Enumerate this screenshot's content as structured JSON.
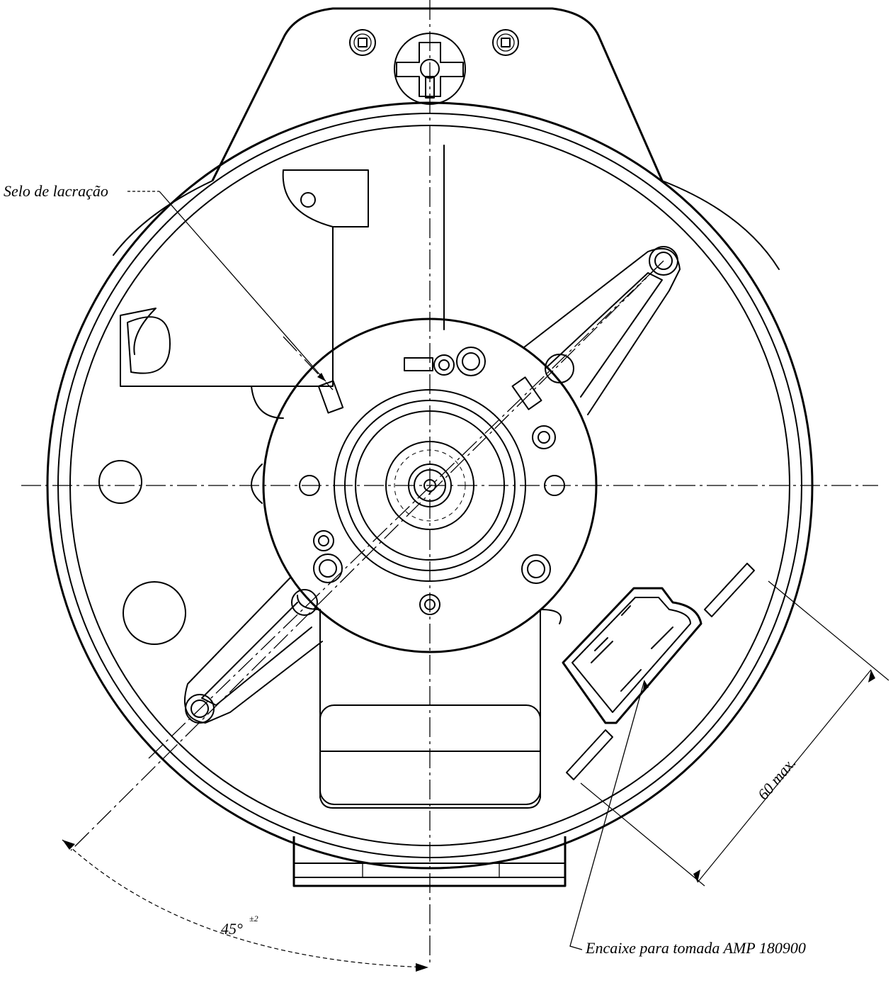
{
  "labels": {
    "seal": "Selo de lacração",
    "connector": "Encaixe para tomada AMP 180900",
    "dimension_length": "60 max.",
    "dimension_angle": "45°",
    "angle_tolerance": "±2"
  },
  "icons": {
    "top_screw_left": "phillips-screw-icon",
    "top_screw_right": "phillips-screw-icon",
    "adjust_knob": "slotted-knob-icon"
  }
}
